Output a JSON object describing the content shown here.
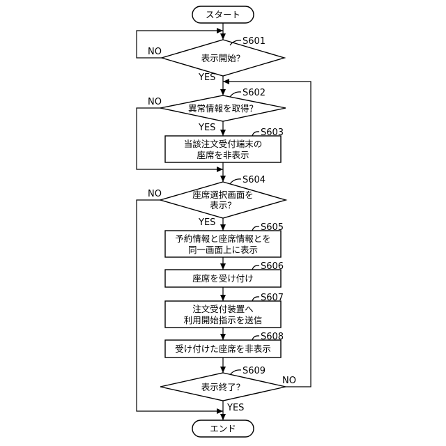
{
  "flowchart": {
    "start": "スタート",
    "end": "エンド",
    "yes_label": "YES",
    "no_label": "NO",
    "steps": [
      {
        "id": "S601",
        "lines": [
          "表示開始？"
        ]
      },
      {
        "id": "S602",
        "lines": [
          "異常情報を取得？"
        ]
      },
      {
        "id": "S603",
        "lines": [
          "当該注文受付端末の",
          "座席を非表示"
        ]
      },
      {
        "id": "S604",
        "lines": [
          "座席選択画面を",
          "表示？"
        ]
      },
      {
        "id": "S605",
        "lines": [
          "予約情報と座席情報とを",
          "同一画面上に表示"
        ]
      },
      {
        "id": "S606",
        "lines": [
          "座席を受け付け"
        ]
      },
      {
        "id": "S607",
        "lines": [
          "注文受付装置へ",
          "利用開始指示を送信"
        ]
      },
      {
        "id": "S608",
        "lines": [
          "受け付けた座席を非表示"
        ]
      },
      {
        "id": "S609",
        "lines": [
          "表示終了？"
        ]
      }
    ]
  }
}
